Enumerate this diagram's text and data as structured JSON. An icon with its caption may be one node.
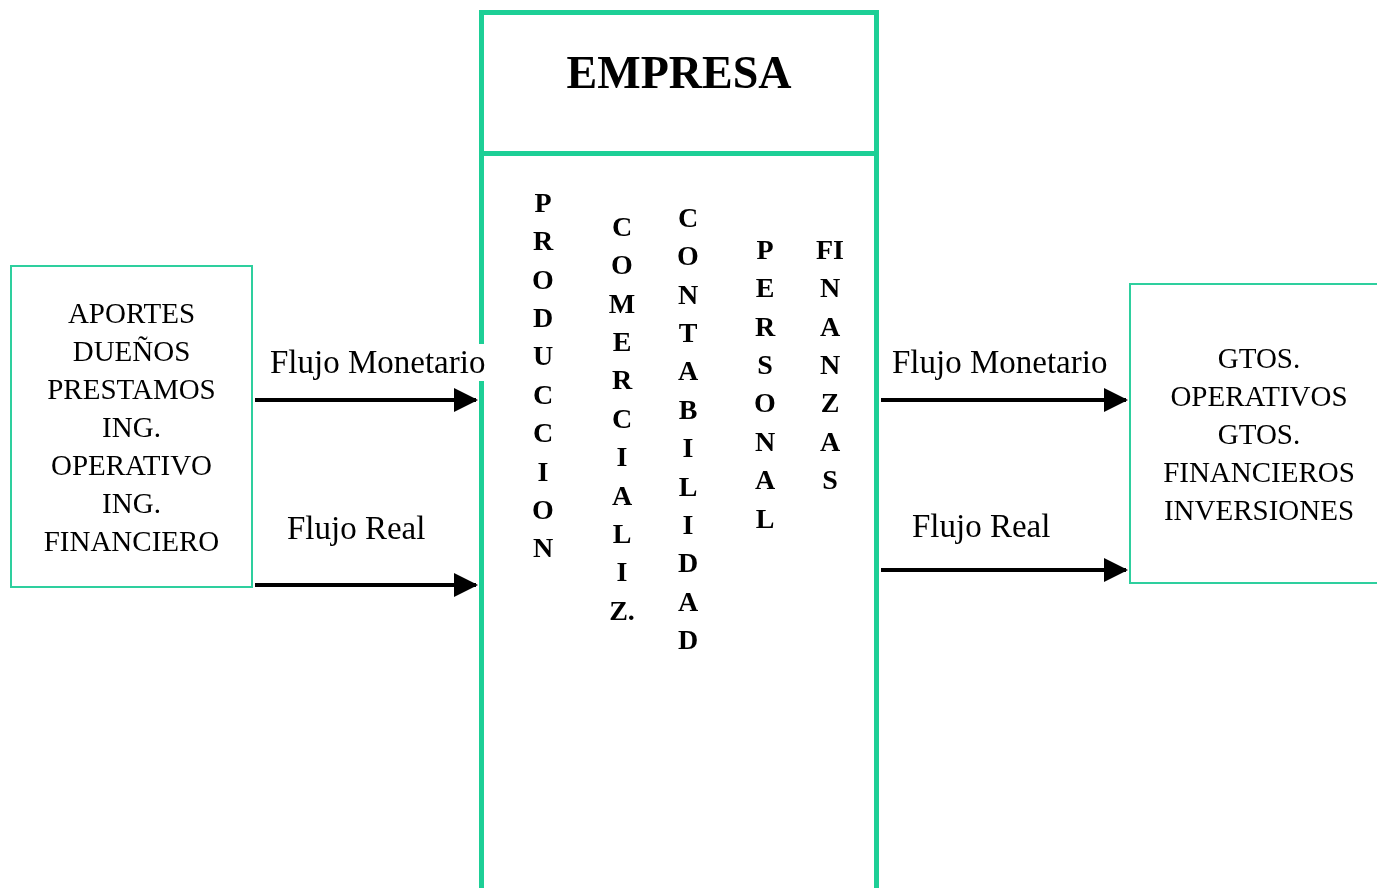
{
  "diagram": {
    "nodes": [
      {
        "text": [
          "APORTES DUEÑOS",
          "PRESTAMOS",
          "ING. OPERATIVO",
          "ING. FINANCIERO"
        ]
      },
      {
        "text": [
          "EMPRESA"
        ]
      },
      {
        "text": [
          "GTOS. OPERATIVOS",
          "GTOS. FINANCIEROS",
          "INVERSIONES"
        ]
      }
    ],
    "edges": [
      {
        "from": 0,
        "to": 1,
        "arrow": "to",
        "label": "Flujo Monetario"
      },
      {
        "from": 0,
        "to": 1,
        "arrow": "to",
        "label": "Flujo Real"
      },
      {
        "from": 1,
        "to": 2,
        "arrow": "to",
        "label": "Flujo Monetario"
      },
      {
        "from": 1,
        "to": 2,
        "arrow": "to",
        "label": "Flujo Real"
      }
    ],
    "labels": [
      "PRODUCCION",
      "COMERCIALIZ.",
      "CONTABILIDAD",
      "PERSONAL",
      "FINANZAS"
    ]
  }
}
